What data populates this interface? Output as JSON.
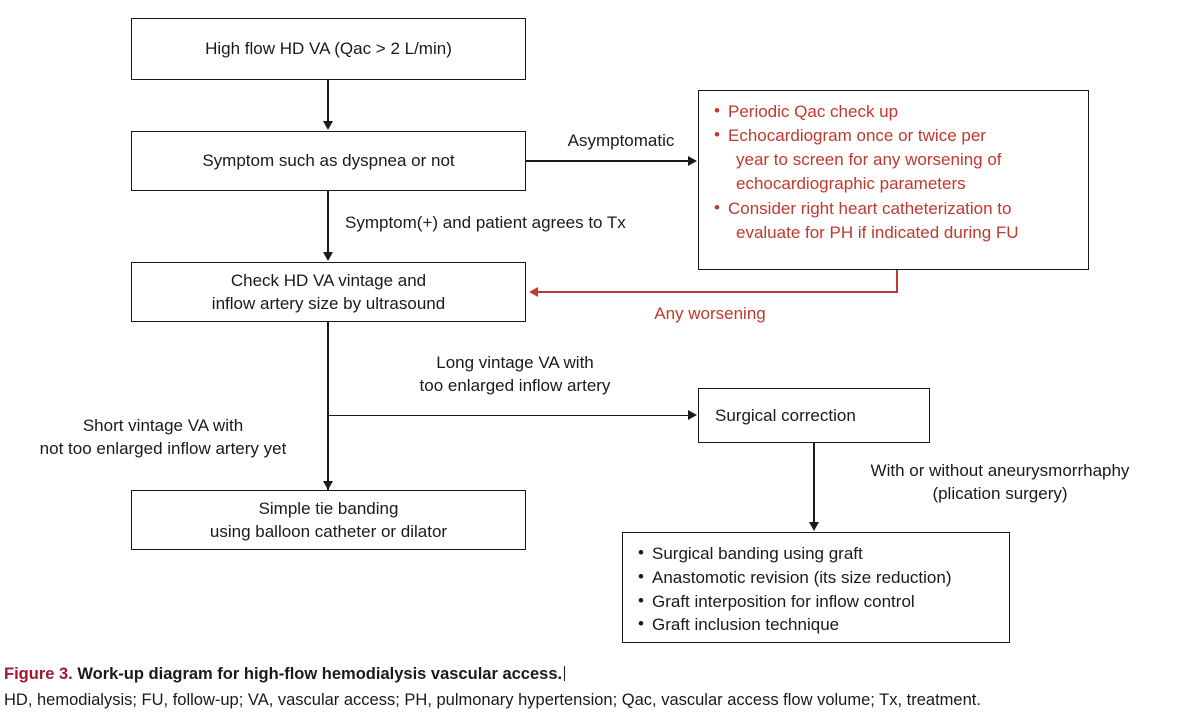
{
  "figure": {
    "nodes": {
      "high_flow": "High flow HD VA (Qac > 2 L/min)",
      "symptom_line1": "Symptom such as dyspnea or not",
      "check_line1": "Check HD VA vintage and",
      "check_line2": "inflow artery size by ultrasound",
      "surgical_correction": "Surgical correction",
      "simple_tie_line1": "Simple tie banding",
      "simple_tie_line2": "using balloon catheter or dilator"
    },
    "followup_box": {
      "items": [
        {
          "line1": "Periodic Qac check up"
        },
        {
          "line1": "Echocardiogram once or twice per",
          "line2": "year to screen for any worsening of",
          "line3": "echocardiographic parameters"
        },
        {
          "line1": "Consider right heart catheterization to",
          "line2": "evaluate for PH if indicated during FU"
        }
      ]
    },
    "surgical_options_box": {
      "items": [
        "Surgical banding using graft",
        "Anastomotic revision (its size reduction)",
        "Graft interposition for inflow control",
        "Graft inclusion technique"
      ]
    },
    "edge_labels": {
      "asymptomatic": "Asymptomatic",
      "symptom_positive": "Symptom(+) and patient agrees to Tx",
      "any_worsening": "Any worsening",
      "long_vintage_line1": "Long vintage VA with",
      "long_vintage_line2": "too enlarged inflow artery",
      "short_vintage_line1": "Short vintage VA with",
      "short_vintage_line2": "not too enlarged inflow artery yet",
      "aneurysmorrhaphy_line1": "With or without aneurysmorrhaphy",
      "aneurysmorrhaphy_line2": "(plication surgery)"
    },
    "colors": {
      "accent_red": "#c0392e",
      "caption_red": "#9e1b32",
      "ink": "#1a1a1a"
    },
    "bullet_glyph": "•"
  },
  "caption": {
    "figure_label": "Figure 3.",
    "title": " Work-up diagram for high-flow hemodialysis vascular access.",
    "abbreviations": "HD, hemodialysis; FU, follow-up; VA, vascular access; PH, pulmonary hypertension; Qac, vascular access flow volume; Tx, treatment."
  }
}
